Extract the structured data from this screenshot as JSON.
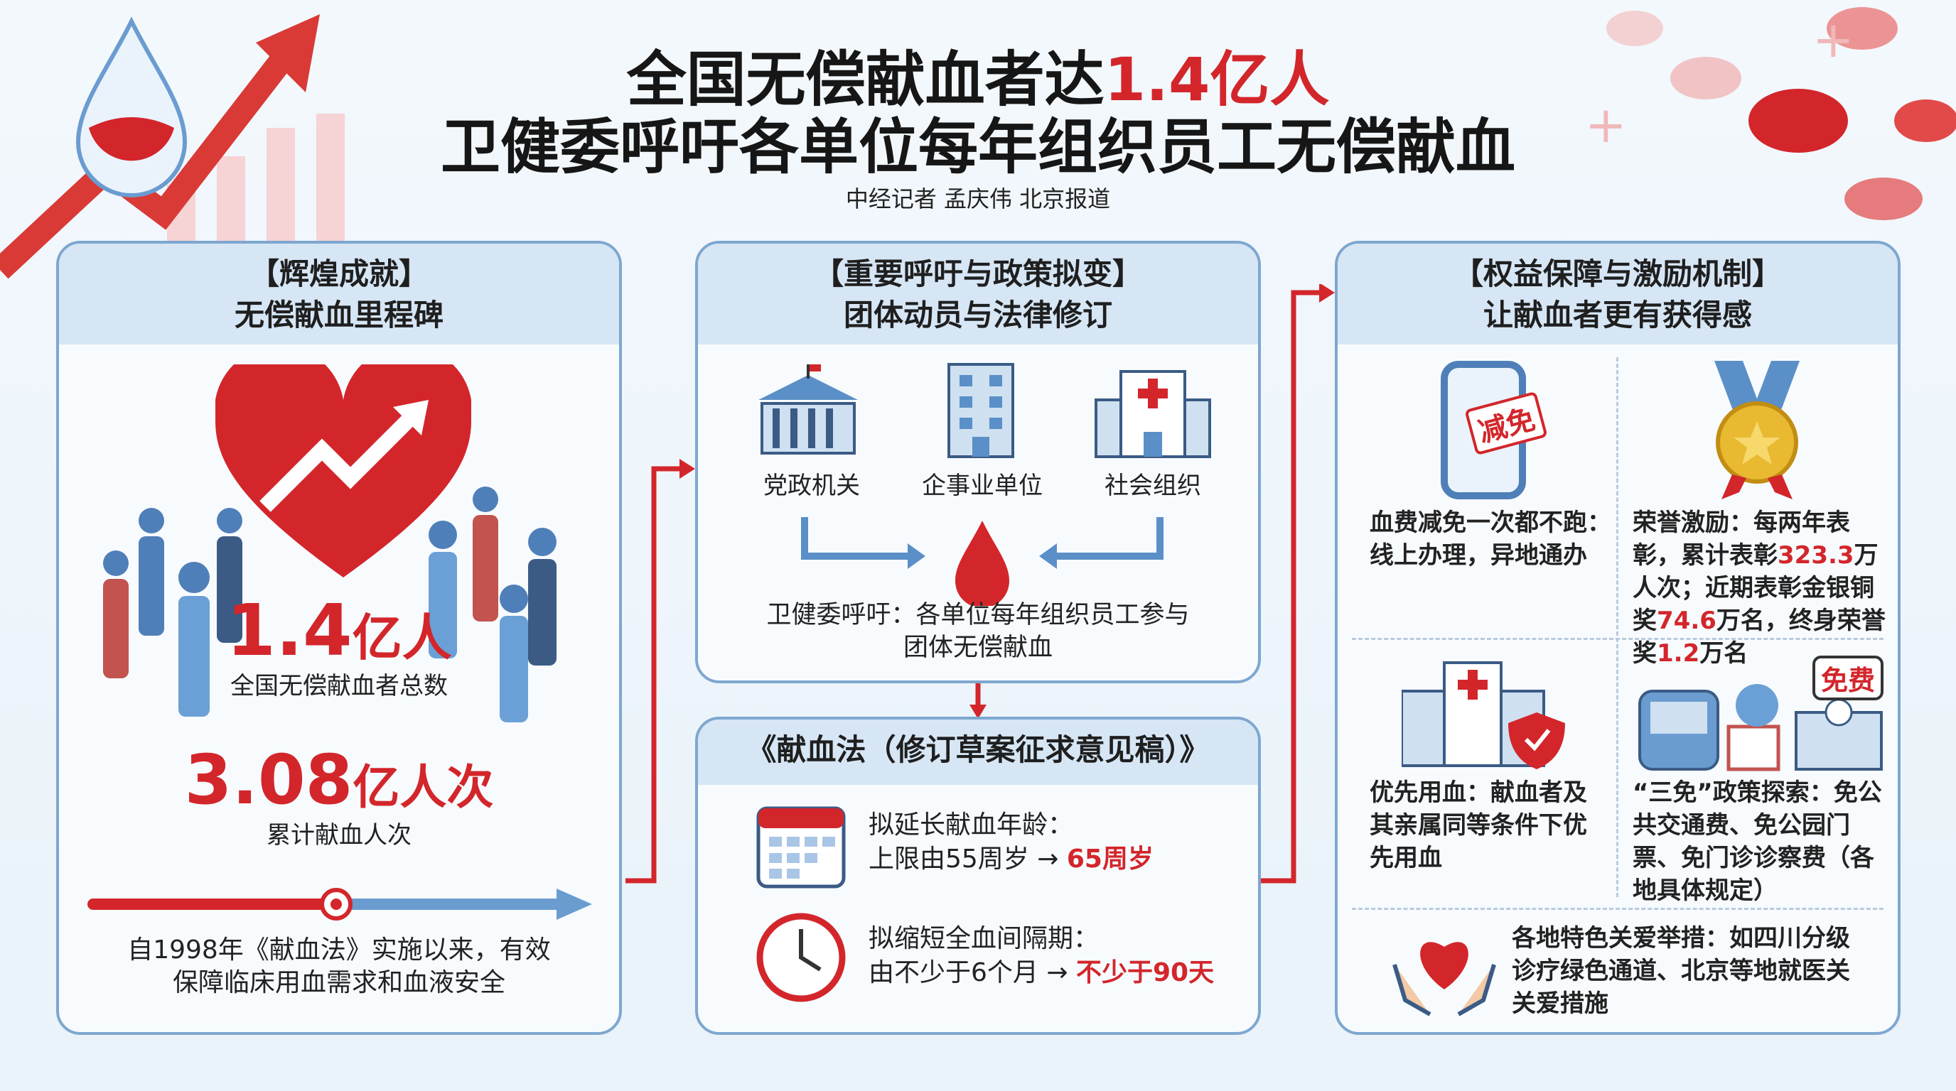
{
  "header": {
    "title_line1_prefix": "全国无偿献血者达",
    "title_line1_highlight": "1.4亿人",
    "title_line2": "卫健委呼吁各单位每年组织员工无偿献血",
    "byline": "中经记者 孟庆伟 北京报道"
  },
  "left_panel": {
    "heading_line1": "【辉煌成就】",
    "heading_line2": "无偿献血里程碑",
    "stat1_value": "1.4",
    "stat1_unit": "亿人",
    "stat1_label": "全国无偿献血者总数",
    "stat2_value": "3.08",
    "stat2_unit": "亿人次",
    "stat2_label": "累计献血人次",
    "footer_line1": "自1998年《献血法》实施以来，有效",
    "footer_line2": "保障临床用血需求和血液安全"
  },
  "middle_top_panel": {
    "heading_line1": "【重要呼吁与政策拟变】",
    "heading_line2": "团体动员与法律修订",
    "units": [
      "党政机关",
      "企事业单位",
      "社会组织"
    ],
    "call_line1": "卫健委呼吁：各单位每年组织员工参与",
    "call_line2": "团体无偿献血"
  },
  "middle_bottom_panel": {
    "heading": "《献血法（修订草案征求意见稿）》",
    "item1_title": "拟延长献血年龄：",
    "item1_from": "上限由55周岁 → ",
    "item1_to": "65周岁",
    "item2_title": "拟缩短全血间隔期：",
    "item2_from": "由不少于6个月 → ",
    "item2_to": "不少于90天"
  },
  "right_panel": {
    "heading_line1": "【权益保障与激励机制】",
    "heading_line2": "让献血者更有获得感",
    "phone_stamp": "减免",
    "free_badge": "免费",
    "item1_line1": "血费减免一次都不跑：",
    "item1_line2": "线上办理，异地通办",
    "item2_p1": "荣誉激励：每两年表彰，累计表彰",
    "item2_n1": "323.3",
    "item2_p2": "万人次；近期表彰金银铜奖",
    "item2_n2": "74.6",
    "item2_p3": "万名，终身荣誉奖",
    "item2_n3": "1.2",
    "item2_p4": "万名",
    "item3": "优先用血：献血者及其亲属同等条件下优先用血",
    "item4": "“三免”政策探索：免公共交通费、免公园门票、免门诊诊察费（各地具体规定）",
    "item5": "各地特色关爱举措：如四川分级诊疗绿色通道、北京等地就医关关爱措施"
  },
  "colors": {
    "accent_red": "#d3262b",
    "panel_border": "#7ea7cf",
    "panel_header": "#d6e6f5",
    "icon_blue": "#5b8fc7"
  }
}
